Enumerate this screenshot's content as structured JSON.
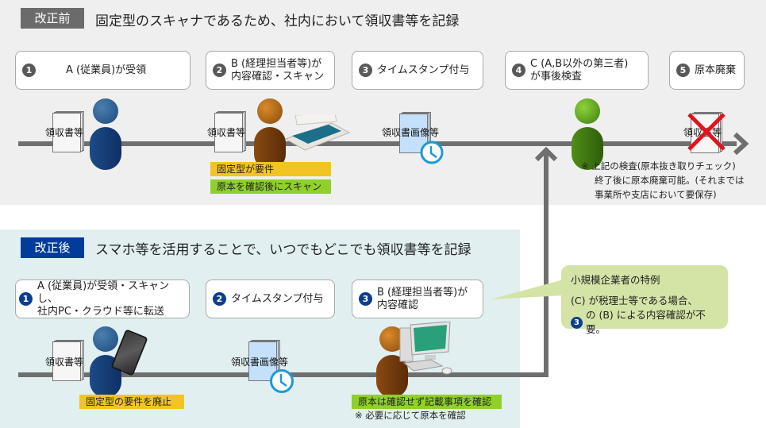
{
  "before": {
    "tag": "改正前",
    "heading": "固定型のスキャナであるため、社内において領収書等を記録",
    "steps": [
      {
        "num": "1",
        "label": "A (従業員)が受領"
      },
      {
        "num": "2",
        "label_line1": "B (経理担当者等)が",
        "label_line2": "内容確認・スキャン"
      },
      {
        "num": "3",
        "label": "タイムスタンプ付与"
      },
      {
        "num": "4",
        "label_line1": "C (A,B以外の第三者)",
        "label_line2": "が事後検査"
      },
      {
        "num": "5",
        "label": "原本廃棄"
      }
    ],
    "doc_labels": [
      "領収書等",
      "領収書等",
      "領収書画像等",
      "領収書等"
    ],
    "highlights": {
      "fixed_required": "固定型が要件",
      "scan_after_check": "原本を確認後にスキャン"
    },
    "note_lines": [
      "※ 上記の検査(原本抜き取りチェック)",
      "終了後に原本廃棄可能。(それまでは",
      "事業所や支店において要保存)"
    ]
  },
  "after": {
    "tag": "改正後",
    "heading": "スマホ等を活用することで、いつでもどこでも領収書等を記録",
    "steps": [
      {
        "num": "1",
        "label_line1": "A (従業員)が受領・スキャンし、",
        "label_line2": "社内PC・クラウド等に転送"
      },
      {
        "num": "2",
        "label": "タイムスタンプ付与"
      },
      {
        "num": "3",
        "label_line1": "B (経理担当者等)が",
        "label_line2": "内容確認"
      }
    ],
    "doc_labels": [
      "領収書等",
      "領収書画像等"
    ],
    "highlights": {
      "abolished": "固定型の要件を廃止",
      "check_entries": "原本は確認せず記載事項を確認"
    },
    "note": "※ 必要に応じて原本を確認"
  },
  "callout": {
    "title": "小規模企業者の特例",
    "line1": "(C) が税理士等である場合、",
    "num": "3",
    "line2": "の (B) による内容確認が不要。"
  },
  "colors": {
    "before_bg": "#efefef",
    "after_bg": "#e1eff0",
    "after_tag": "#003d9a",
    "before_tag": "#6b6b6b",
    "yellow": "#f2c421",
    "green": "#8fd12a",
    "callout": "#d3e4a6",
    "cross": "#e0141e"
  }
}
